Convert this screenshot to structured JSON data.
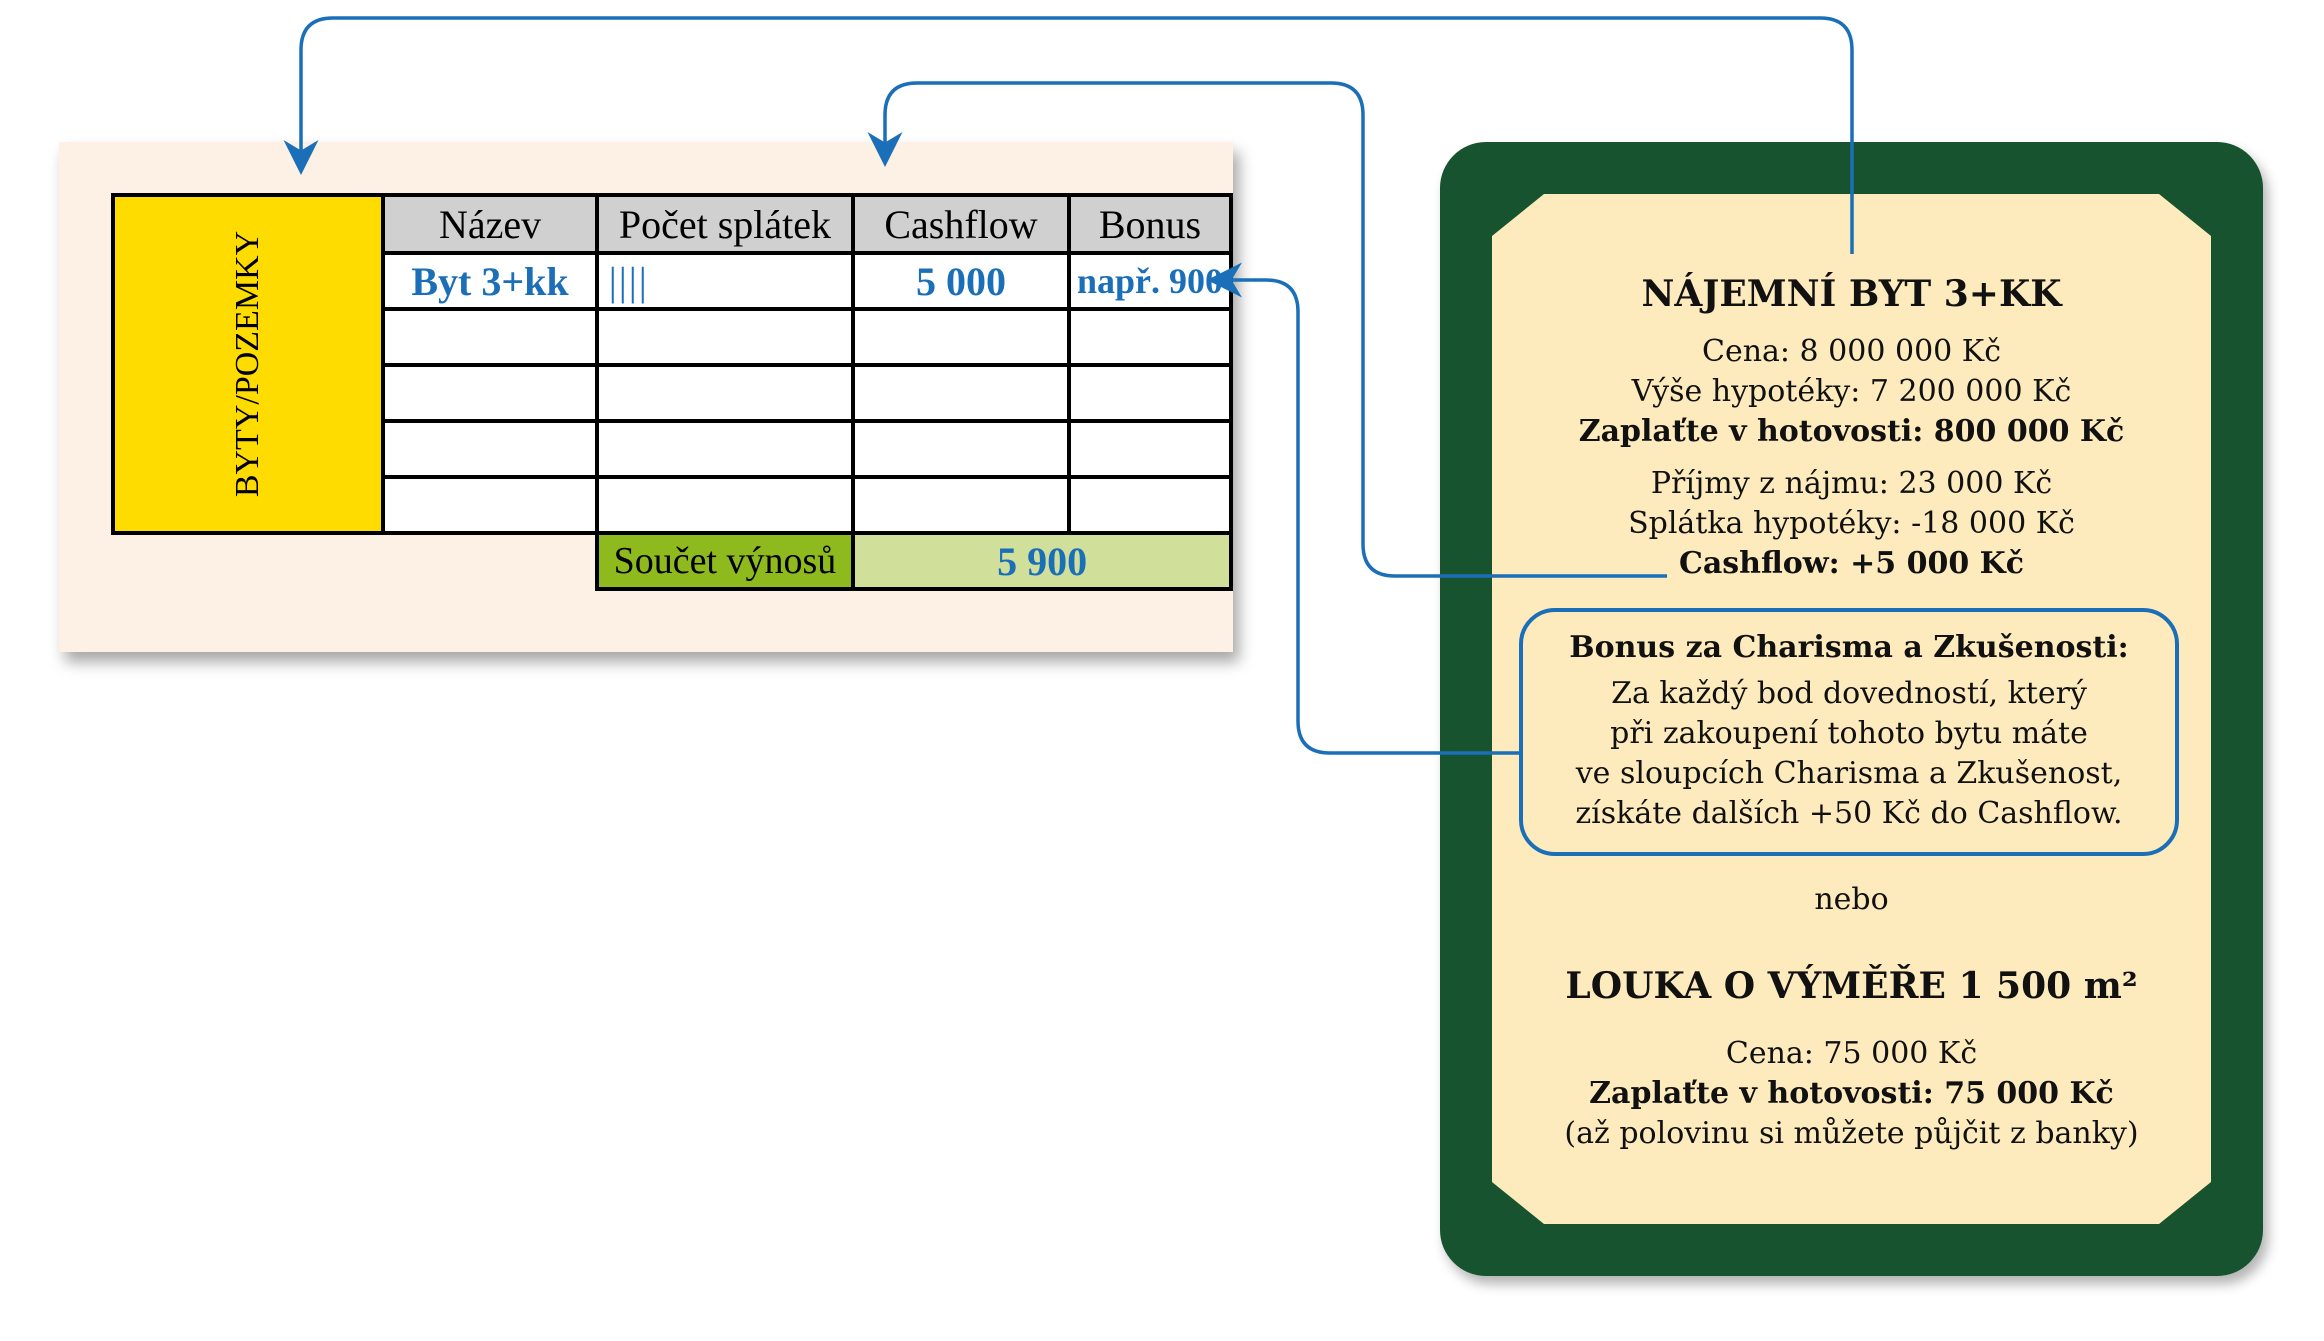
{
  "table": {
    "side_label": "BYTY/POZEMKY",
    "headers": [
      "Název",
      "Počet splátek",
      "Cashflow",
      "Bonus"
    ],
    "row": {
      "name": "Byt 3+kk",
      "installments": "||||",
      "cashflow": "5 000",
      "bonus": "např. 900"
    },
    "sum_label": "Součet výnosů",
    "sum_value": "5 900"
  },
  "card": {
    "title1": "NÁJEMNÍ BYT 3+KK",
    "price": "Cena: 8 000 000 Kč",
    "mortgage": "Výše hypotéky: 7 200 000 Kč",
    "pay_cash": "Zaplaťte v hotovosti: 800 000 Kč",
    "rent": "Příjmy z nájmu: 23 000 Kč",
    "installment": "Splátka hypotéky: -18 000 Kč",
    "cashflow": "Cashflow: +5 000 Kč",
    "bonus_title": "Bonus za Charisma a Zkušenosti:",
    "bonus_lines": [
      "Za každý bod dovedností, který",
      "při zakoupení tohoto bytu máte",
      "ve sloupcích Charisma a Zkušenost,",
      "získáte dalších +50 Kč do Cashflow."
    ],
    "or": "nebo",
    "title2": "LOUKA O VÝMĚŘE 1 500 m²",
    "price2": "Cena: 75 000 Kč",
    "pay_cash2": "Zaplaťte v hotovosti: 75 000 Kč",
    "note2": "(až polovinu si můžete půjčit z banky)"
  },
  "colors": {
    "arrow": "#1a6fb8",
    "card": "#17532e",
    "card_inner": "#fdebbd",
    "sheet": "#fdf0e4"
  }
}
